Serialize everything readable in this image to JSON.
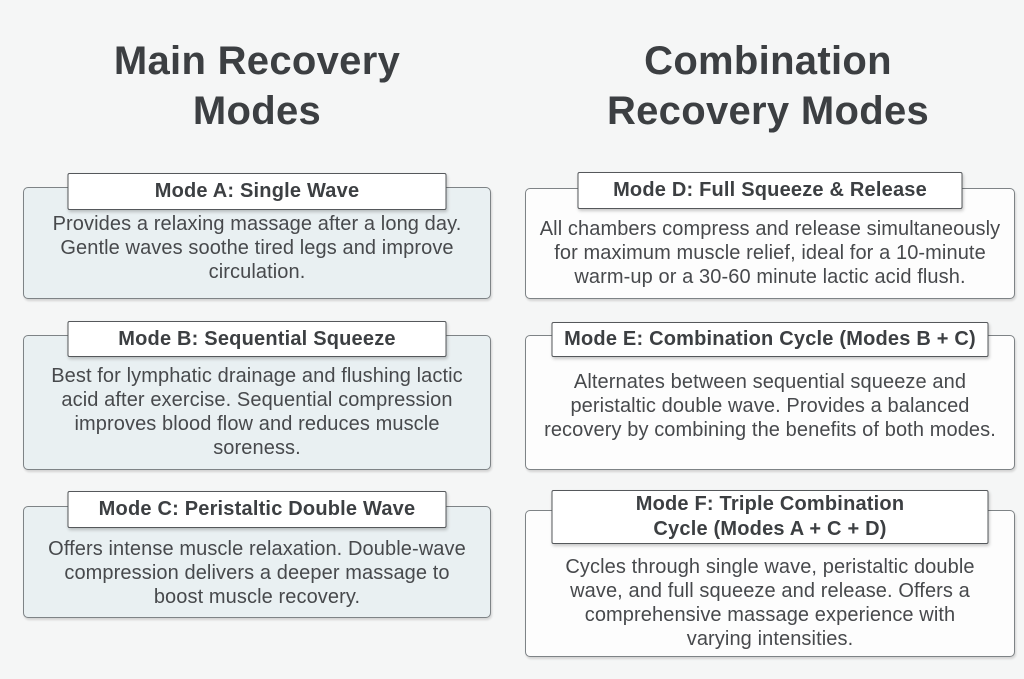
{
  "colors": {
    "page_bg": "#f5f6f6",
    "left_card_bg": "#e9f0f2",
    "right_card_bg": "#fdfdfd",
    "card_border": "#7e8386",
    "title_box_border": "#55585b",
    "heading_text": "#3c3f42",
    "body_text": "#47494c"
  },
  "left_column": {
    "heading_lines": [
      "Main Recovery",
      "Modes"
    ],
    "cards": [
      {
        "title_lines": [
          "Mode A: Single Wave"
        ],
        "body_lines": [
          "Provides a relaxing massage after a long day.",
          "Gentle waves soothe tired legs and improve",
          "circulation."
        ]
      },
      {
        "title_lines": [
          "Mode B: Sequential Squeeze"
        ],
        "body_lines": [
          "Best for lymphatic drainage and flushing lactic",
          "acid after exercise. Sequential compression",
          "improves blood flow and reduces muscle",
          "soreness."
        ]
      },
      {
        "title_lines": [
          "Mode C: Peristaltic Double Wave"
        ],
        "body_lines": [
          "Offers intense muscle relaxation. Double-wave",
          "compression delivers a deeper massage to",
          "boost muscle recovery."
        ]
      }
    ]
  },
  "right_column": {
    "heading_lines": [
      "Combination",
      "Recovery Modes"
    ],
    "cards": [
      {
        "title_lines": [
          "Mode D: Full Squeeze & Release"
        ],
        "body_lines": [
          "All chambers compress and release simultaneously",
          "for maximum muscle relief, ideal for a 10-minute",
          "warm-up or a 30-60 minute lactic acid flush."
        ]
      },
      {
        "title_lines": [
          "Mode E: Combination Cycle (Modes B + C)"
        ],
        "body_lines": [
          "Alternates between sequential squeeze and",
          "peristaltic double wave. Provides a balanced",
          "recovery by combining the benefits of both modes."
        ]
      },
      {
        "title_lines": [
          "Mode F: Triple Combination",
          "Cycle (Modes A + C + D)"
        ],
        "body_lines": [
          "Cycles through single wave, peristaltic double",
          "wave, and full squeeze and release. Offers a",
          "comprehensive massage experience with",
          "varying intensities."
        ]
      }
    ]
  }
}
